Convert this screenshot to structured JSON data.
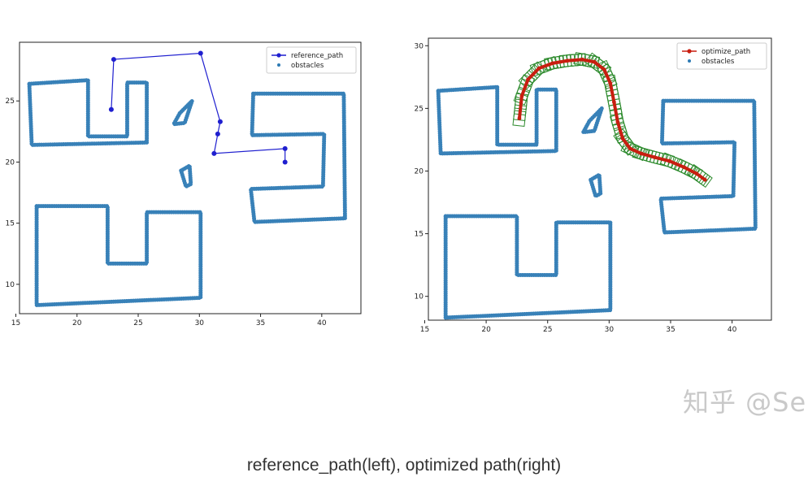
{
  "colors": {
    "reference": "#1f1fcf",
    "optimize": "#c81e10",
    "obstacles": "#2d7ab4",
    "footprint": "#2e8b2e"
  },
  "watermark": "知乎 @Se",
  "caption": "reference_path(left), optimized path(right)",
  "chart_data": [
    {
      "type": "scatter",
      "title": "",
      "xlabel": "",
      "ylabel": "",
      "xlim": [
        15.3,
        43.2
      ],
      "ylim": [
        7.6,
        29.8
      ],
      "xticks": [
        15,
        20,
        25,
        30,
        35,
        40
      ],
      "yticks": [
        10,
        15,
        20,
        25
      ],
      "grid": false,
      "legend_position": "top-right",
      "legend": [
        "reference_path",
        "obstacles"
      ],
      "series": [
        {
          "name": "reference_path",
          "kind": "line-marker",
          "x": [
            22.8,
            23.0,
            30.1,
            31.7,
            31.5,
            31.2,
            37.0,
            37.0
          ],
          "y": [
            24.3,
            28.4,
            28.9,
            23.3,
            22.3,
            20.7,
            21.1,
            20.0
          ]
        },
        {
          "name": "obstacles",
          "kind": "polygons",
          "polygons": [
            [
              [
                16.1,
                26.4
              ],
              [
                20.9,
                26.7
              ],
              [
                20.9,
                22.1
              ],
              [
                24.1,
                22.1
              ],
              [
                24.1,
                26.5
              ],
              [
                25.7,
                26.5
              ],
              [
                25.7,
                21.6
              ],
              [
                16.3,
                21.4
              ]
            ],
            [
              [
                16.7,
                16.4
              ],
              [
                22.5,
                16.4
              ],
              [
                22.5,
                11.7
              ],
              [
                25.7,
                11.7
              ],
              [
                25.7,
                15.9
              ],
              [
                30.1,
                15.9
              ],
              [
                30.1,
                8.9
              ],
              [
                16.7,
                8.3
              ]
            ],
            [
              [
                34.4,
                25.6
              ],
              [
                41.8,
                25.6
              ],
              [
                41.9,
                15.4
              ],
              [
                34.5,
                15.1
              ],
              [
                34.2,
                17.8
              ],
              [
                40.1,
                18.0
              ],
              [
                40.2,
                22.3
              ],
              [
                34.3,
                22.2
              ]
            ],
            [
              [
                28.4,
                24.0
              ],
              [
                29.4,
                25.0
              ],
              [
                28.8,
                23.2
              ],
              [
                27.9,
                23.1
              ]
            ],
            [
              [
                28.5,
                19.3
              ],
              [
                29.2,
                19.7
              ],
              [
                29.3,
                18.2
              ],
              [
                28.9,
                18.0
              ]
            ]
          ]
        }
      ]
    },
    {
      "type": "scatter",
      "title": "",
      "xlabel": "",
      "ylabel": "",
      "xlim": [
        15.3,
        43.2
      ],
      "ylim": [
        8.1,
        30.6
      ],
      "xticks": [
        15,
        20,
        25,
        30,
        35,
        40
      ],
      "yticks": [
        10,
        15,
        20,
        25,
        30
      ],
      "grid": false,
      "legend_position": "top-right",
      "legend": [
        "optimize_path",
        "obstacles"
      ],
      "series": [
        {
          "name": "optimize_path",
          "kind": "line-marker-footprint",
          "x": [
            22.7,
            22.9,
            23.4,
            24.3,
            25.4,
            26.6,
            27.8,
            28.8,
            29.6,
            30.1,
            30.4,
            30.7,
            31.1,
            31.7,
            32.6,
            33.7,
            34.9,
            36.1,
            37.1,
            37.8
          ],
          "y": [
            24.2,
            26.0,
            27.3,
            28.2,
            28.6,
            28.8,
            28.9,
            28.7,
            28.1,
            27.0,
            25.5,
            23.9,
            22.6,
            21.8,
            21.4,
            21.1,
            20.8,
            20.3,
            19.8,
            19.3
          ]
        },
        {
          "name": "obstacles",
          "kind": "polygons",
          "polygons": [
            [
              [
                16.1,
                26.4
              ],
              [
                20.9,
                26.7
              ],
              [
                20.9,
                22.1
              ],
              [
                24.1,
                22.1
              ],
              [
                24.1,
                26.5
              ],
              [
                25.7,
                26.5
              ],
              [
                25.7,
                21.6
              ],
              [
                16.3,
                21.4
              ]
            ],
            [
              [
                16.7,
                16.4
              ],
              [
                22.5,
                16.4
              ],
              [
                22.5,
                11.7
              ],
              [
                25.7,
                11.7
              ],
              [
                25.7,
                15.9
              ],
              [
                30.1,
                15.9
              ],
              [
                30.1,
                8.9
              ],
              [
                16.7,
                8.3
              ]
            ],
            [
              [
                34.4,
                25.6
              ],
              [
                41.8,
                25.6
              ],
              [
                41.9,
                15.4
              ],
              [
                34.5,
                15.1
              ],
              [
                34.2,
                17.8
              ],
              [
                40.1,
                18.0
              ],
              [
                40.2,
                22.3
              ],
              [
                34.3,
                22.2
              ]
            ],
            [
              [
                28.4,
                24.0
              ],
              [
                29.4,
                25.0
              ],
              [
                28.8,
                23.2
              ],
              [
                27.9,
                23.1
              ]
            ],
            [
              [
                28.5,
                19.3
              ],
              [
                29.2,
                19.7
              ],
              [
                29.3,
                18.2
              ],
              [
                28.9,
                18.0
              ]
            ]
          ]
        }
      ]
    }
  ]
}
